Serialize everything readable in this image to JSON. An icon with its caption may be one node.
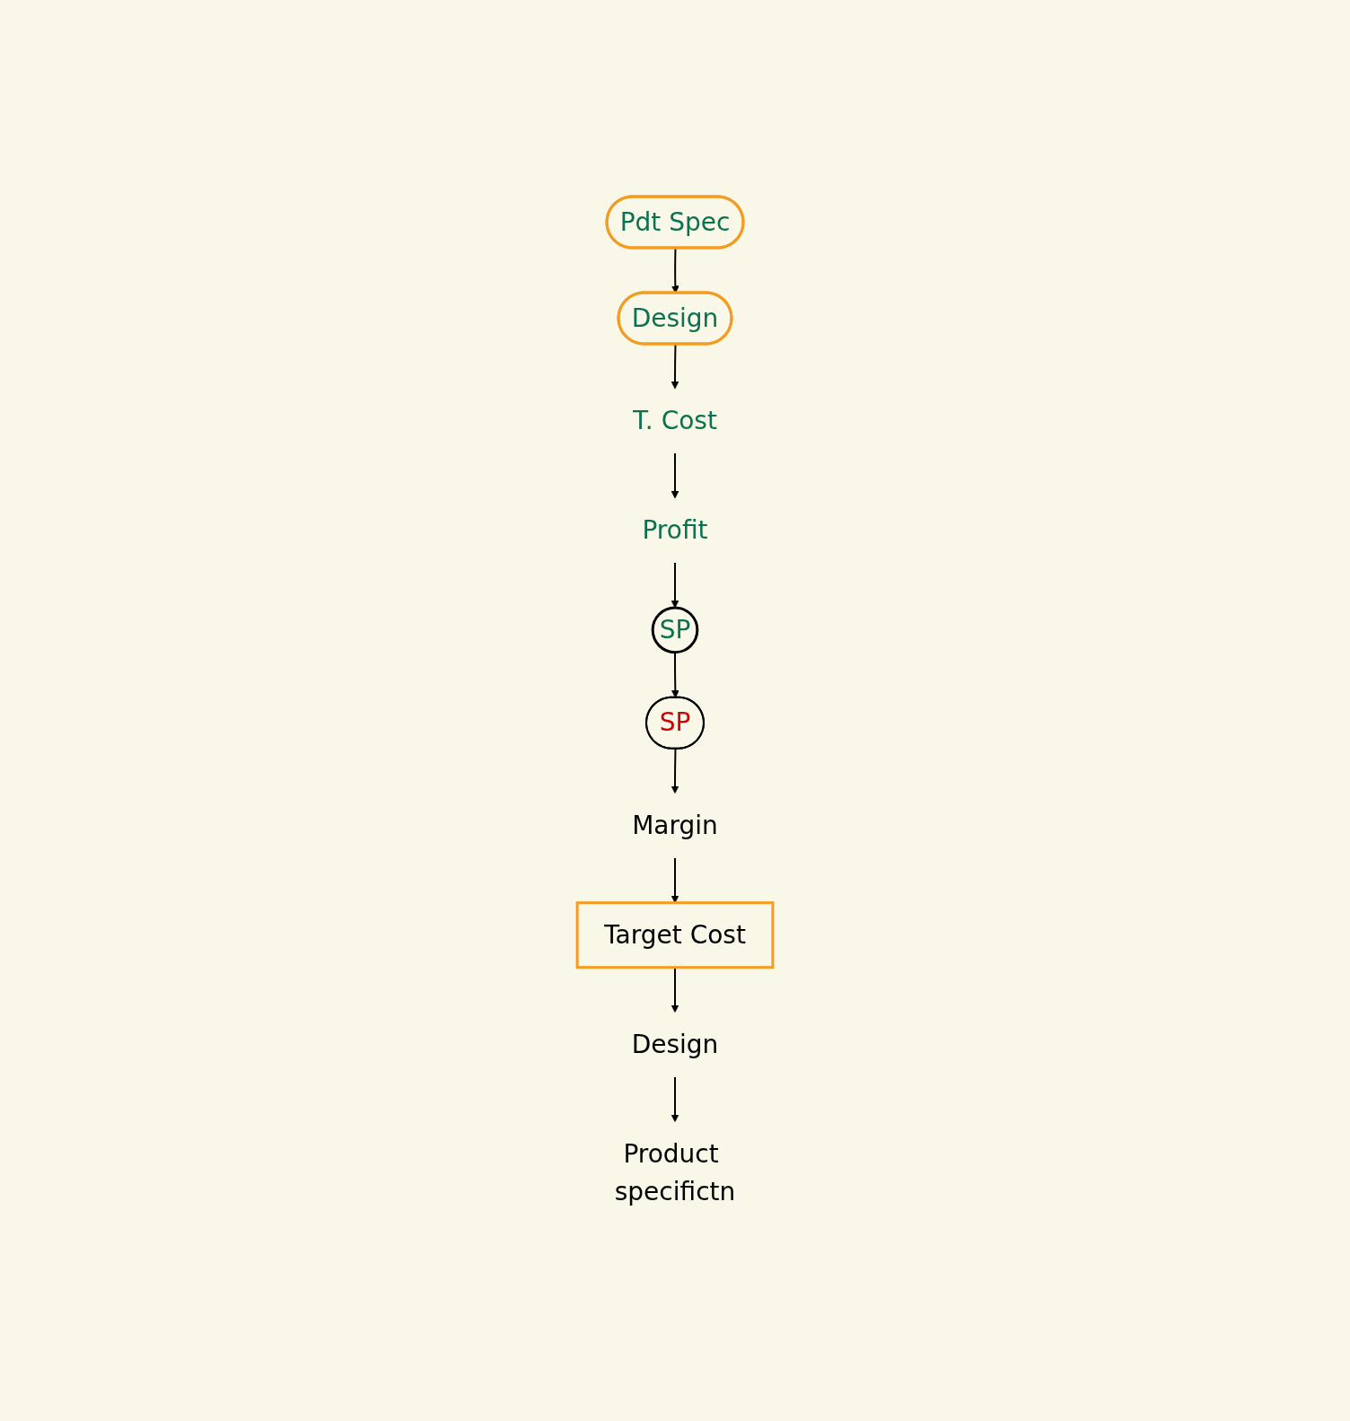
{
  "diagram": {
    "nodes": [
      {
        "text": [
          "Pdt Spec"
        ]
      },
      {
        "text": [
          "Design"
        ]
      },
      {
        "text": [
          "T. Cost"
        ]
      },
      {
        "text": [
          "Profit"
        ]
      },
      {
        "text": [
          "SP"
        ]
      },
      {
        "text": [
          "SP"
        ]
      },
      {
        "text": [
          "Margin"
        ]
      },
      {
        "text": [
          "Target Cost"
        ]
      },
      {
        "text": [
          "Design"
        ]
      },
      {
        "text": [
          "Product specifictn"
        ]
      }
    ],
    "edges": [
      {
        "from": 0,
        "to": 1,
        "arrow": "to"
      },
      {
        "from": 1,
        "to": 2,
        "arrow": "to"
      },
      {
        "from": 2,
        "to": 3,
        "arrow": "to"
      },
      {
        "from": 3,
        "to": 4,
        "arrow": "to"
      },
      {
        "from": 4,
        "to": 5,
        "arrow": "to"
      },
      {
        "from": 5,
        "to": 6,
        "arrow": "to"
      },
      {
        "from": 6,
        "to": 7,
        "arrow": "to"
      },
      {
        "from": 7,
        "to": 8,
        "arrow": "to"
      },
      {
        "from": 8,
        "to": 9,
        "arrow": "to"
      }
    ]
  }
}
